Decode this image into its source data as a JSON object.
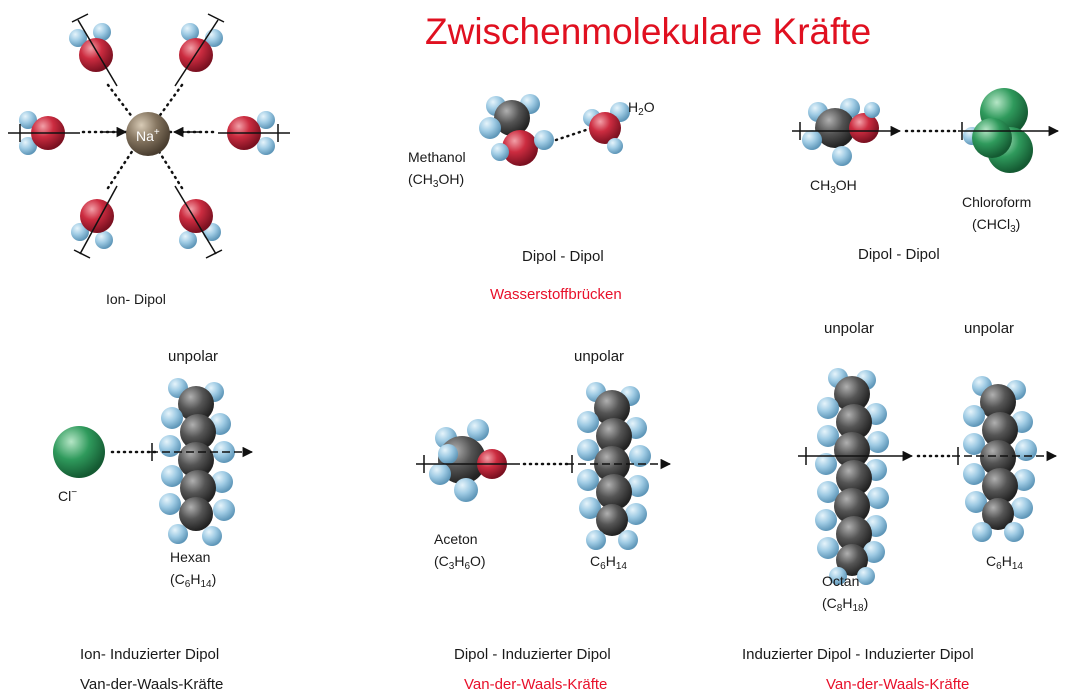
{
  "title": "Zwischenmolekulare Kräfte",
  "colors": {
    "title": "#e01020",
    "highlight": "#e8102a",
    "oxygen": "#c8283a",
    "hydrogen": "#8fc3e0",
    "carbon": "#4a4a4a",
    "chlorine": "#2f9a5c",
    "sodium": "#7c6d5a"
  },
  "panels": {
    "ion_dipol": {
      "ion_label": "Na",
      "ion_charge": "+",
      "caption": "Ion- Dipol"
    },
    "methanol_water": {
      "methanol_name": "Methanol",
      "methanol_formula_a": "(CH",
      "methanol_formula_sub": "3",
      "methanol_formula_b": "OH)",
      "water_a": "H",
      "water_sub": "2",
      "water_b": "O",
      "caption": "Dipol - Dipol",
      "subcaption": "Wasserstoffbrücken"
    },
    "methanol_chloroform": {
      "ch3oh_a": "CH",
      "ch3oh_sub": "3",
      "ch3oh_b": "OH",
      "chloroform_name": "Chloroform",
      "chloroform_a": "(CHCl",
      "chloroform_sub": "3",
      "chloroform_b": ")",
      "caption": "Dipol - Dipol"
    },
    "ion_induced": {
      "unpolar": "unpolar",
      "ion_label": "Cl",
      "ion_charge": "−",
      "hexan_name": "Hexan",
      "hexan_a": "(C",
      "hexan_sub1": "6",
      "hexan_b": "H",
      "hexan_sub2": "14",
      "hexan_c": ")",
      "caption": "Ion- Induzierter Dipol",
      "subcaption": "Van-der-Waals-Kräfte"
    },
    "dipol_induced": {
      "unpolar": "unpolar",
      "aceton_name": "Aceton",
      "aceton_a": "(C",
      "aceton_sub1": "3",
      "aceton_b": "H",
      "aceton_sub2": "6",
      "aceton_c": "O)",
      "c6_a": "C",
      "c6_sub1": "6",
      "c6_b": "H",
      "c6_sub2": "14",
      "caption": "Dipol - Induzierter Dipol",
      "subcaption": "Van-der-Waals-Kräfte"
    },
    "induced_induced": {
      "unpolar_1": "unpolar",
      "unpolar_2": "unpolar",
      "octan_name": "Octan",
      "octan_a": "(C",
      "octan_sub1": "8",
      "octan_b": "H",
      "octan_sub2": "18",
      "octan_c": ")",
      "c6_a": "C",
      "c6_sub1": "6",
      "c6_b": "H",
      "c6_sub2": "14",
      "caption": "Induzierter Dipol - Induzierter Dipol",
      "subcaption": "Van-der-Waals-Kräfte"
    }
  }
}
